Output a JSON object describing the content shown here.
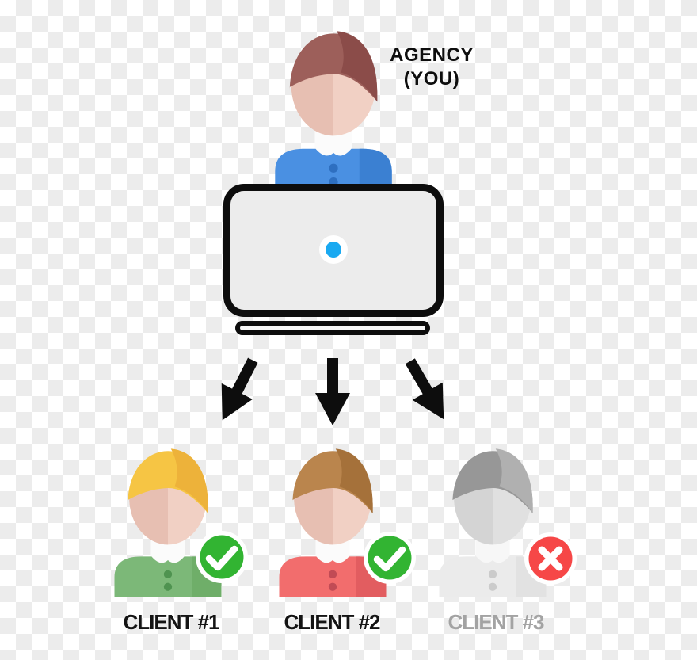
{
  "background": {
    "checker_light": "#ffffff",
    "checker_dark": "#ececec"
  },
  "agency": {
    "label_line1": "AGENCY",
    "label_line2": "(YOU)",
    "label_color": "#0e0e0e",
    "avatar": {
      "hair": "#9d5f5a",
      "hair_accent": "#8b4c49",
      "skin": "#f1d0c4",
      "skin_shade": "#e7bfb2",
      "collar": "#fbfbfb",
      "shirt": "#4a90e2",
      "shirt_accent": "#3b80d2",
      "buttons": "#2e6fc0"
    }
  },
  "laptop": {
    "body": "#ececec",
    "outline": "#0d0d0d",
    "dot": "#19a9f1",
    "dot_ring": "#ffffff"
  },
  "arrows": {
    "color": "#0d0d0d",
    "count": 3
  },
  "clients": [
    {
      "label": "CLIENT #1",
      "label_color": "#141414",
      "status": "connected",
      "badge": {
        "type": "check",
        "color": "#32b432",
        "ring_color": "#ffffff",
        "glyph_color": "#ffffff"
      },
      "avatar": {
        "hair": "#f6c544",
        "hair_accent": "#edb23a",
        "skin": "#f1d0c4",
        "skin_shade": "#e7bfb2",
        "collar": "#fbfbfb",
        "shirt": "#7cb878",
        "shirt_accent": "#6fae69",
        "buttons": "#4f9350"
      }
    },
    {
      "label": "CLIENT #2",
      "label_color": "#141414",
      "status": "connected",
      "badge": {
        "type": "check",
        "color": "#32b432",
        "ring_color": "#ffffff",
        "glyph_color": "#ffffff"
      },
      "avatar": {
        "hair": "#ba854d",
        "hair_accent": "#a5713a",
        "skin": "#f1d0c4",
        "skin_shade": "#e7bfb2",
        "collar": "#fbfbfb",
        "shirt": "#f26d6d",
        "shirt_accent": "#e25d60",
        "buttons": "#c14b55"
      }
    },
    {
      "label": "CLIENT #3",
      "label_color": "#a3a3a3",
      "status": "not-connected",
      "badge": {
        "type": "x",
        "color": "#f64747",
        "ring_color": "#ffffff",
        "glyph_color": "#ffffff"
      },
      "avatar": {
        "hair": "#979797",
        "hair_accent": "#b0b0b0",
        "skin": "#e0e0e0",
        "skin_shade": "#d4d4d4",
        "collar": "#f7f7f7",
        "shirt": "#ebebeb",
        "shirt_accent": "#e2e2e2",
        "buttons": "#cbcbcb"
      }
    }
  ]
}
